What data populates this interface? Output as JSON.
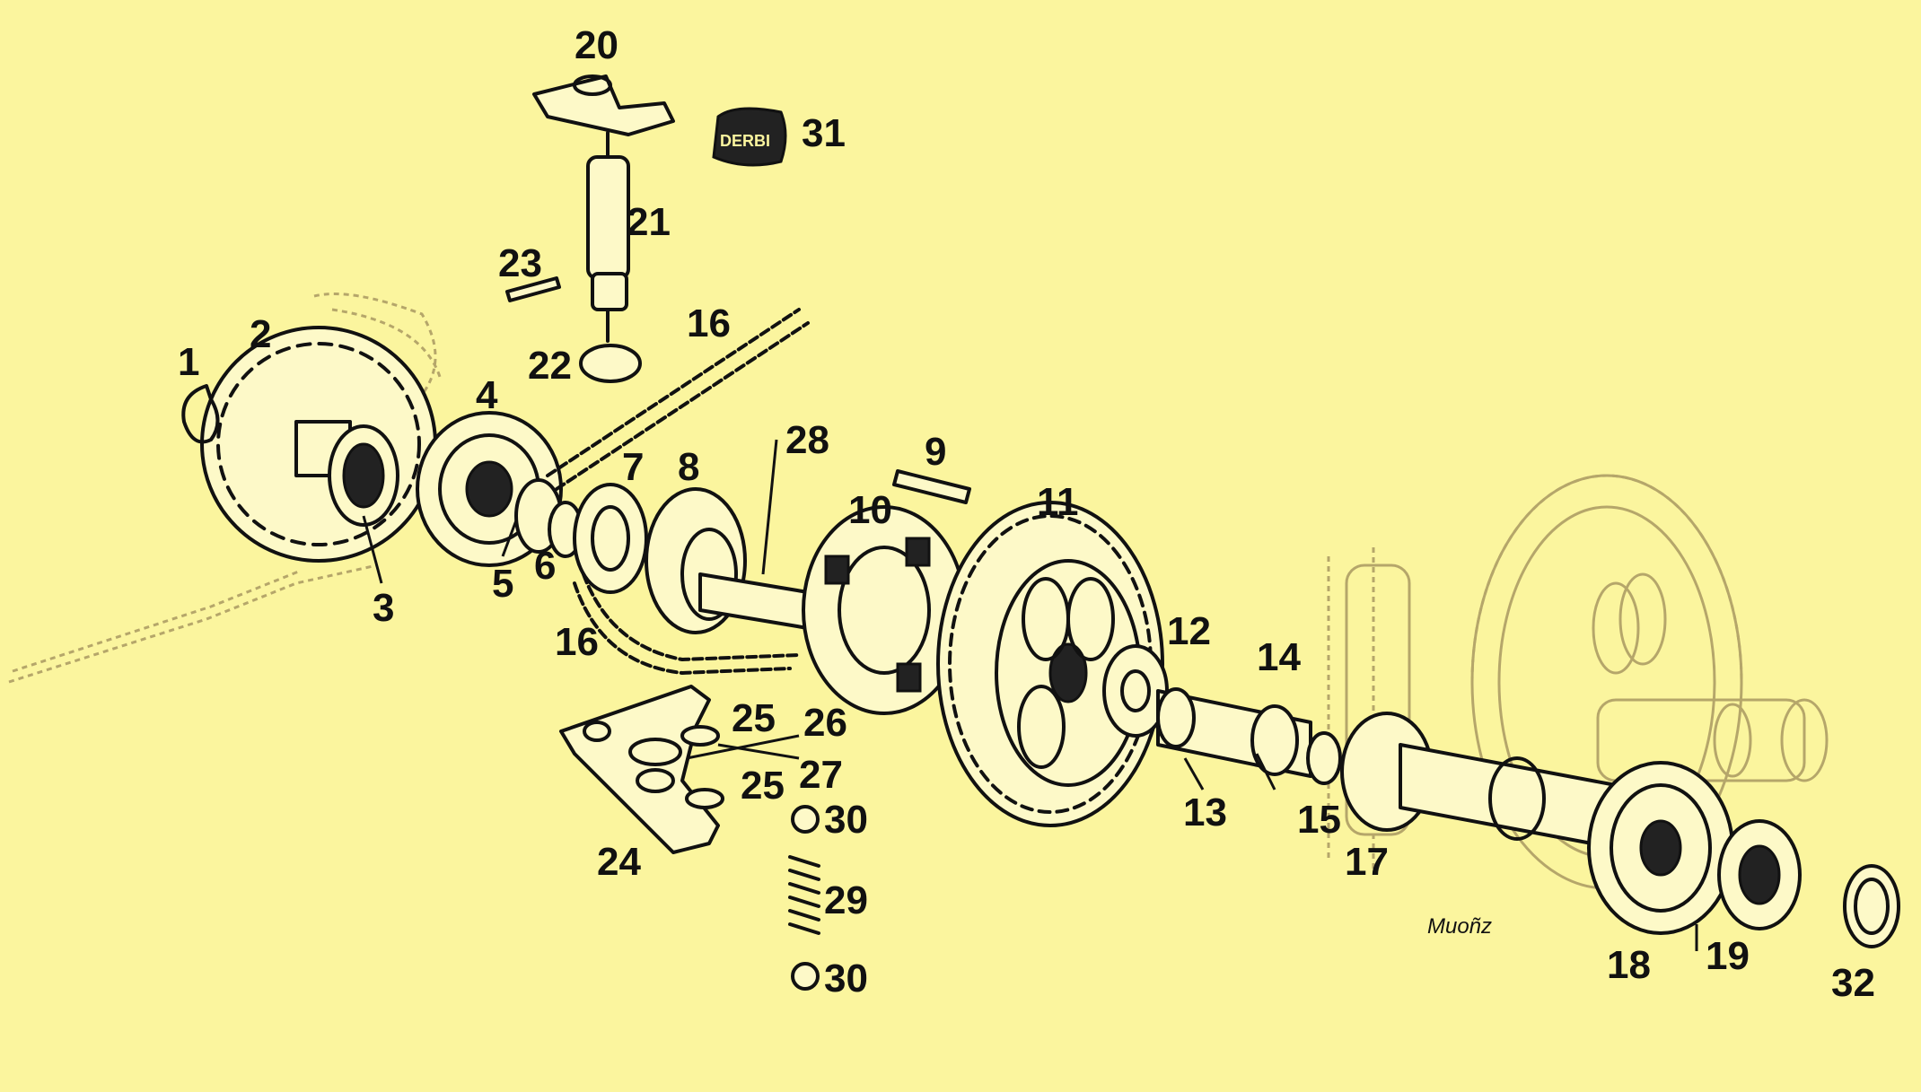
{
  "labels": {
    "p1": "1",
    "p2": "2",
    "p3": "3",
    "p4": "4",
    "p5": "5",
    "p6": "6",
    "p7": "7",
    "p8": "8",
    "p9": "9",
    "p10": "10",
    "p11": "11",
    "p12": "12",
    "p13": "13",
    "p14": "14",
    "p15": "15",
    "p16a": "16",
    "p16b": "16",
    "p17": "17",
    "p18": "18",
    "p19": "19",
    "p20": "20",
    "p21": "21",
    "p22": "22",
    "p23": "23",
    "p24": "24",
    "p25a": "25",
    "p25b": "25",
    "p26": "26",
    "p27": "27",
    "p28": "28",
    "p29": "29",
    "p30a": "30",
    "p30b": "30",
    "p31": "31",
    "p32": "32"
  },
  "brand_stamp": "DERBI",
  "signature": "Muoñz",
  "colors": {
    "background": "#fbf59e",
    "ink": "#111111",
    "ghost": "#b5a66a"
  }
}
